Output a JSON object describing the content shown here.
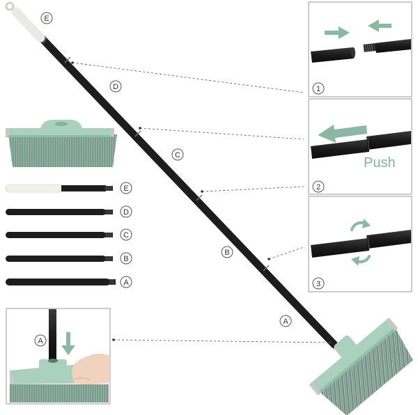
{
  "labels": {
    "handle_e": "E",
    "segment_d": "D",
    "segment_c": "C",
    "segment_b": "B",
    "segment_a": "A"
  },
  "parts_list": [
    {
      "label": "E"
    },
    {
      "label": "D"
    },
    {
      "label": "C"
    },
    {
      "label": "B"
    },
    {
      "label": "A"
    }
  ],
  "steps": [
    {
      "number": "1"
    },
    {
      "number": "2",
      "caption": "Push"
    },
    {
      "number": "3"
    }
  ],
  "attach_panel": {
    "label": "A"
  },
  "colors": {
    "pole": "#1e1e1e",
    "handle": "#f2f2ee",
    "mint": "#a9d1be",
    "bristle_green": "#6fc3a0",
    "bristle_gray": "#7a7a7a",
    "arrow": "#8ab8a4",
    "guide_line": "#555555"
  },
  "icons": [
    "arrow-right-icon",
    "arrow-left-icon",
    "rotate-icon",
    "arrow-down-icon"
  ]
}
